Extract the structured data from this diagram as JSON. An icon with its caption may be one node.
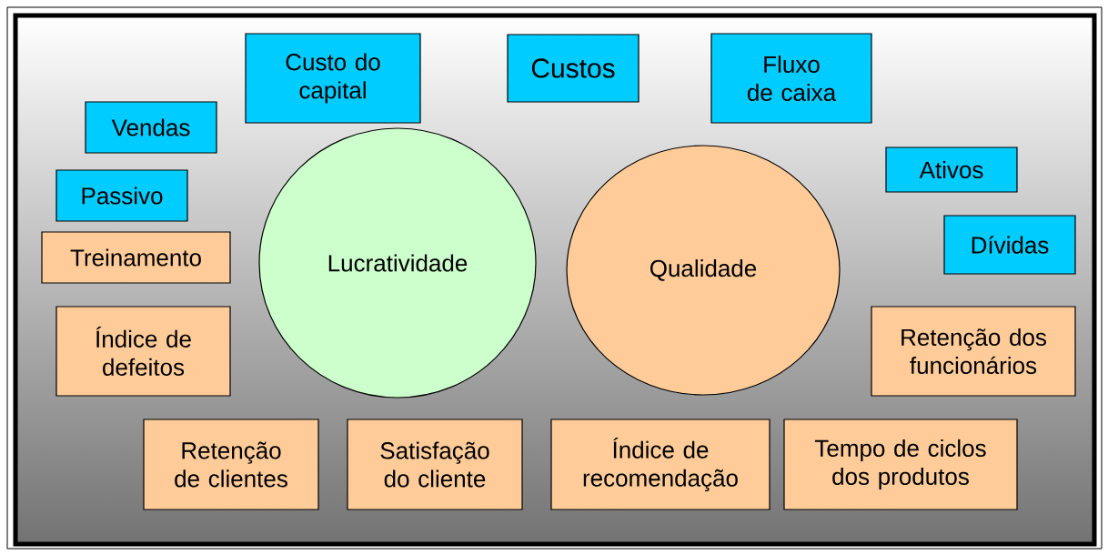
{
  "diagram": {
    "nodes": [
      {
        "text": [
          "Custo do capital"
        ]
      },
      {
        "text": [
          "Custos"
        ]
      },
      {
        "text": [
          "Fluxo de caixa"
        ]
      },
      {
        "text": [
          "Vendas"
        ]
      },
      {
        "text": [
          "Ativos"
        ]
      },
      {
        "text": [
          "Passivo"
        ]
      },
      {
        "text": [
          "Lucratividade"
        ]
      },
      {
        "text": [
          "Qualidade"
        ]
      },
      {
        "text": [
          "Dívidas"
        ]
      },
      {
        "text": [
          "Treinamento"
        ]
      },
      {
        "text": [
          "Índice de defeitos"
        ]
      },
      {
        "text": [
          "Retenção dos funcionários"
        ]
      },
      {
        "text": [
          "Retenção de clientes"
        ]
      },
      {
        "text": [
          "Satisfação do cliente"
        ]
      },
      {
        "text": [
          "Índice de recomendação"
        ]
      },
      {
        "text": [
          "Tempo de ciclos dos produtos"
        ]
      }
    ]
  }
}
